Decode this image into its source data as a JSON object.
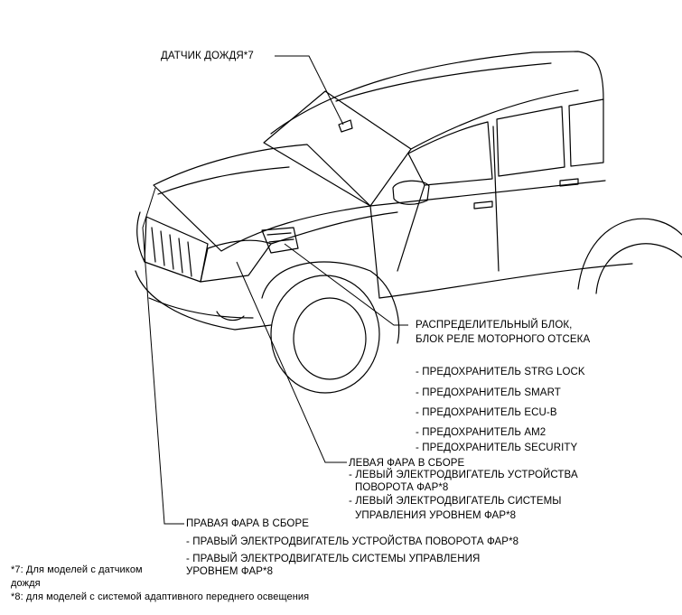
{
  "callouts": {
    "rain_sensor": "ДАТЧИК ДОЖДЯ*7",
    "relay_block_line1": "РАСПРЕДЕЛИТЕЛЬНЫЙ БЛОК,",
    "relay_block_line2": "БЛОК РЕЛЕ МОТОРНОГО ОТСЕКА",
    "fuses": [
      "- ПРЕДОХРАНИТЕЛЬ STRG LOCK",
      "- ПРЕДОХРАНИТЕЛЬ SMART",
      "- ПРЕДОХРАНИТЕЛЬ ECU-B",
      "- ПРЕДОХРАНИТЕЛЬ AM2",
      "- ПРЕДОХРАНИТЕЛЬ SECURITY"
    ],
    "left_headlamp": {
      "title": "ЛЕВАЯ ФАРА В СБОРЕ",
      "item1_line1": "- ЛЕВЫЙ ЭЛЕКТРОДВИГАТЕЛЬ УСТРОЙСТВА",
      "item1_line2": "ПОВОРОТА ФАР*8",
      "item2_line1": "- ЛЕВЫЙ ЭЛЕКТРОДВИГАТЕЛЬ СИСТЕМЫ",
      "item2_line2": "УПРАВЛЕНИЯ УРОВНЕМ ФАР*8"
    },
    "right_headlamp": {
      "title": "ПРАВАЯ ФАРА В СБОРЕ",
      "item1": "- ПРАВЫЙ ЭЛЕКТРОДВИГАТЕЛЬ УСТРОЙСТВА ПОВОРОТА ФАР*8",
      "item2_line1": "- ПРАВЫЙ ЭЛЕКТРОДВИГАТЕЛЬ СИСТЕМЫ УПРАВЛЕНИЯ",
      "item2_line2": "УРОВНЕМ ФАР*8"
    }
  },
  "footnotes": {
    "note7_line1": "*7: Для моделей с датчиком",
    "note7_line2": "дождя",
    "note8": "*8: для моделей с системой адаптивного переднего освещения"
  }
}
